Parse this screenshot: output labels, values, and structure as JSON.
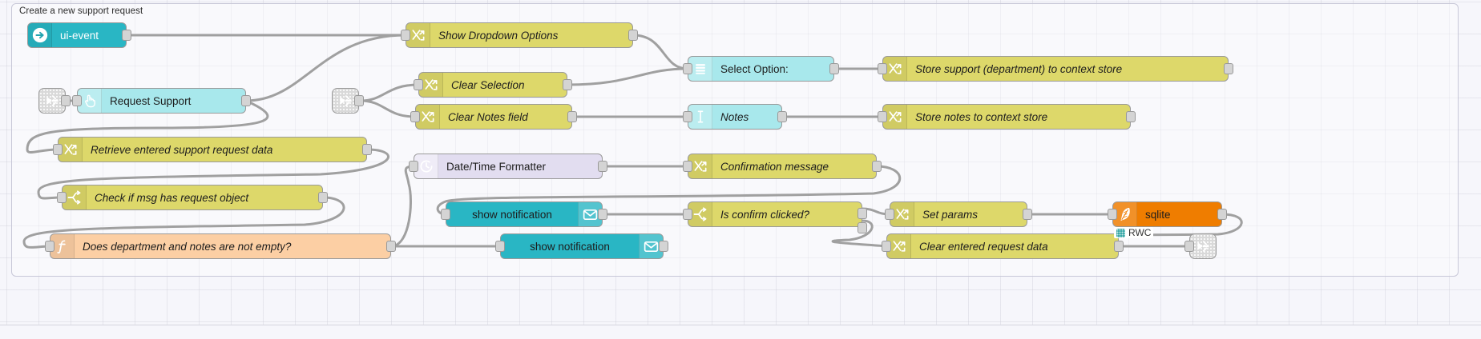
{
  "group": {
    "label": "Create a new support request"
  },
  "canvas": {
    "background": "#f6f6fb",
    "grid_color": "#bebecd"
  },
  "palette": {
    "change_node": "#ddd86a",
    "switch_node": "#ddd86a",
    "function_node": "#fccfa4",
    "ui_event": "#29b6c4",
    "ui_widget": "#a8e8ec",
    "notification": "#29b6c4",
    "sqlite": "#ef7d00",
    "datetime": "#e2ddf0",
    "link_node": "#d9d9d9",
    "status_dot": "#1a9b9b"
  },
  "nodes": [
    {
      "id": "ui-event",
      "label": "ui-event",
      "icon": "arrow-right-circle-icon",
      "color": "teal",
      "italic": false
    },
    {
      "id": "request-support",
      "label": "Request Support",
      "icon": "hand-pointer-icon",
      "color": "cyan",
      "italic": false
    },
    {
      "id": "retrieve",
      "label": "Retrieve entered support request data",
      "icon": "change-icon",
      "color": "yellow",
      "italic": true
    },
    {
      "id": "check-msg",
      "label": "Check if msg has request object",
      "icon": "switch-icon",
      "color": "yellow",
      "italic": true
    },
    {
      "id": "not-empty",
      "label": "Does department and notes are not empty?",
      "icon": "function-icon",
      "color": "peach",
      "italic": true
    },
    {
      "id": "show-dropdown",
      "label": "Show Dropdown Options",
      "icon": "change-icon",
      "color": "yellow",
      "italic": true
    },
    {
      "id": "clear-selection",
      "label": "Clear Selection",
      "icon": "change-icon",
      "color": "yellow",
      "italic": true
    },
    {
      "id": "clear-notes",
      "label": "Clear Notes field",
      "icon": "change-icon",
      "color": "yellow",
      "italic": true
    },
    {
      "id": "datetime",
      "label": "Date/Time Formatter",
      "icon": "clock-icon",
      "color": "lilac",
      "italic": false
    },
    {
      "id": "notify-1",
      "label": "show notification",
      "icon": "envelope-icon",
      "color": "teal",
      "italic": false
    },
    {
      "id": "notify-2",
      "label": "show notification",
      "icon": "envelope-icon",
      "color": "teal",
      "italic": false
    },
    {
      "id": "select-option",
      "label": "Select Option:",
      "icon": "list-icon",
      "color": "cyan",
      "italic": false
    },
    {
      "id": "notes",
      "label": "Notes",
      "icon": "text-cursor-icon",
      "color": "cyan",
      "italic": true
    },
    {
      "id": "confirmation",
      "label": "Confirmation message",
      "icon": "change-icon",
      "color": "yellow",
      "italic": true
    },
    {
      "id": "is-confirm",
      "label": "Is confirm clicked?",
      "icon": "switch-icon",
      "color": "yellow",
      "italic": true
    },
    {
      "id": "store-support",
      "label": "Store support (department) to context store",
      "icon": "change-icon",
      "color": "yellow",
      "italic": true
    },
    {
      "id": "store-notes",
      "label": "Store notes to context store",
      "icon": "change-icon",
      "color": "yellow",
      "italic": true
    },
    {
      "id": "set-params",
      "label": "Set params",
      "icon": "change-icon",
      "color": "yellow",
      "italic": true
    },
    {
      "id": "clear-request",
      "label": "Clear entered request data",
      "icon": "change-icon",
      "color": "yellow",
      "italic": true
    },
    {
      "id": "sqlite",
      "label": "sqlite",
      "icon": "feather-icon",
      "color": "orange",
      "italic": false
    },
    {
      "id": "link-in-1",
      "label": "",
      "icon": "link-in-icon",
      "color": "grey",
      "italic": false
    },
    {
      "id": "link-in-2",
      "label": "",
      "icon": "link-in-icon",
      "color": "grey",
      "italic": false
    },
    {
      "id": "link-out-1",
      "label": "",
      "icon": "link-out-icon",
      "color": "grey",
      "italic": false
    }
  ],
  "status": {
    "sqlite": "RWC"
  }
}
